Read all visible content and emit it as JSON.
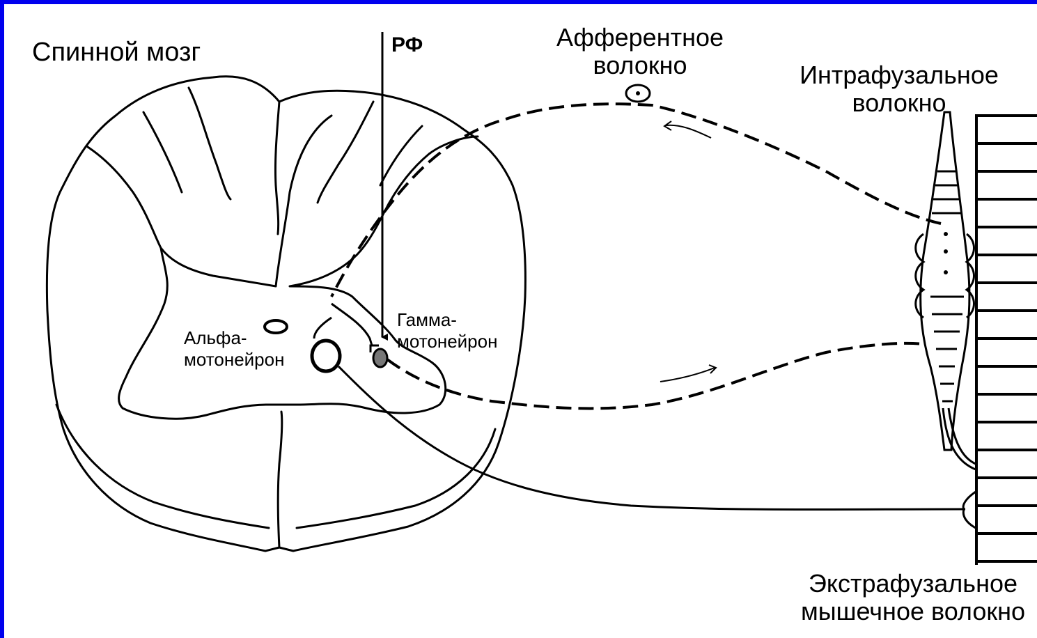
{
  "labels": {
    "spinal_cord": "Спинной мозг",
    "rf": "РФ",
    "afferent_fiber": [
      "Афферентное",
      "волокно"
    ],
    "intrafusal_fiber": [
      "Интрафузальное",
      "волокно"
    ],
    "alpha_motoneuron": [
      "Альфа-",
      "мотонейрон"
    ],
    "gamma_motoneuron": [
      "Гамма-",
      "мотонейрон"
    ],
    "extrafusal_fiber": [
      "Экстрафузальное",
      "мышечное волокно"
    ]
  },
  "colors": {
    "frame_border": "#0000ee",
    "background": "#ffffff",
    "ink": "#000000",
    "gamma_cell_fill": "#777777"
  }
}
